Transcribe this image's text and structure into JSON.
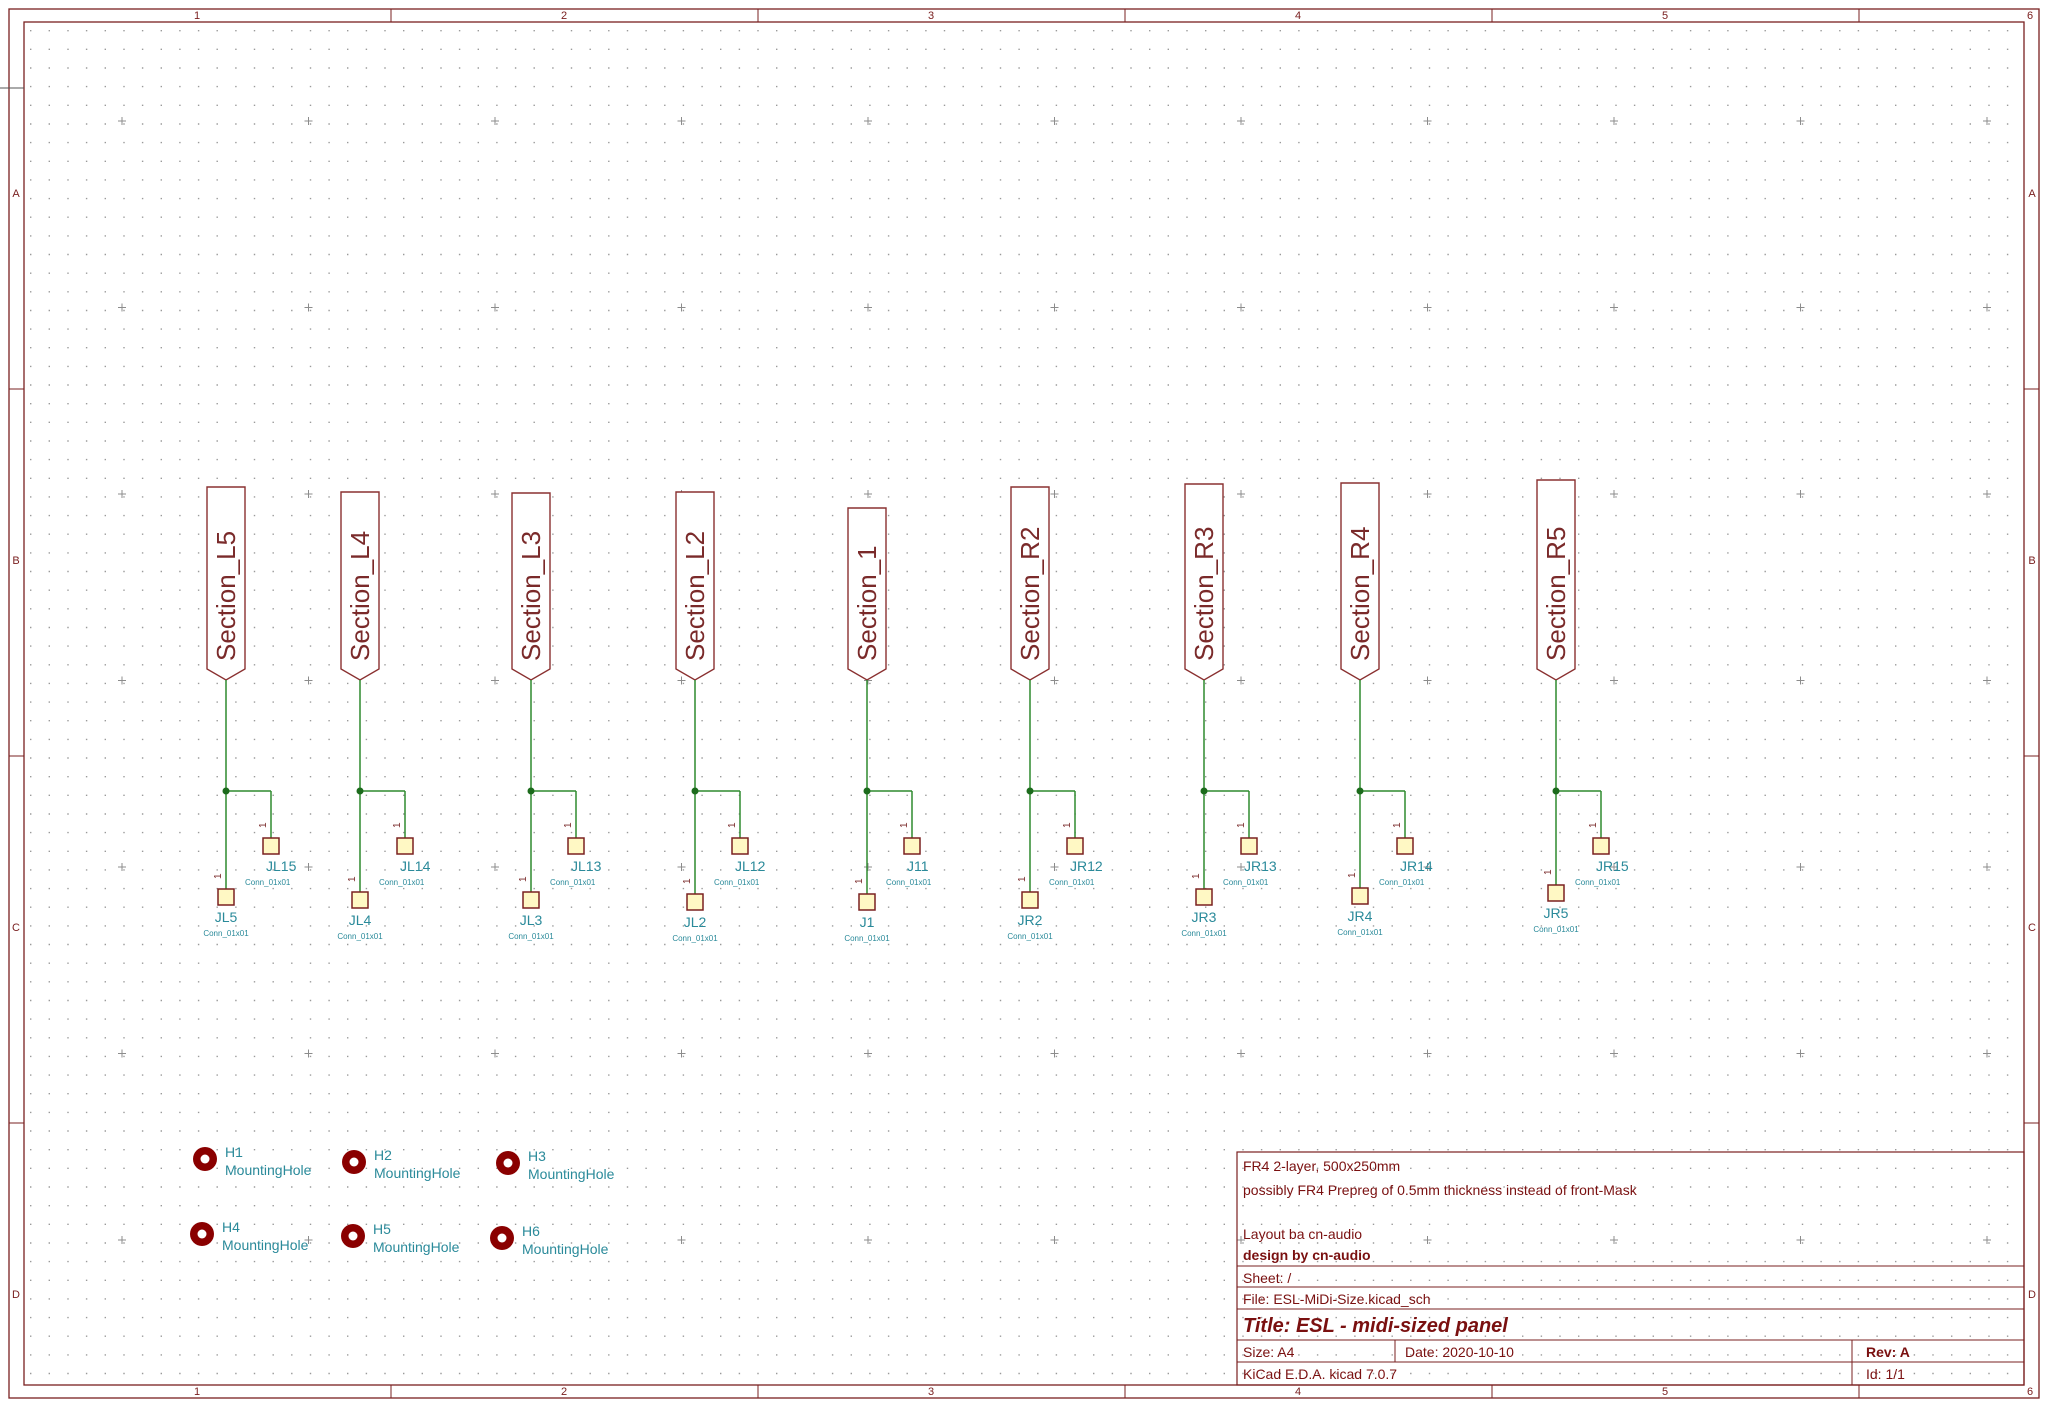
{
  "sheet": {
    "col_labels": [
      "1",
      "2",
      "3",
      "4",
      "5",
      "6"
    ],
    "row_labels": [
      "A",
      "B",
      "C",
      "D"
    ]
  },
  "colors": {
    "border": "#7a2020",
    "grid_dot": "#9a9a9a",
    "wire": "#2f8a2f",
    "junction": "#1c6b1c",
    "label_outline": "#8a3030",
    "label_text": "#7a2a2a",
    "ref_text": "#2a8a9a",
    "pad_fill": "#fff8c4",
    "pad_stroke": "#7a2020",
    "hole_fill": "#8a0000",
    "title_text": "#7a1010"
  },
  "sections": [
    {
      "label": "Section_L5",
      "short_ref": "JL5",
      "short_val": "Conn_01x01",
      "long_ref": "JL15",
      "long_val": "Conn_01x01"
    },
    {
      "label": "Section_L4",
      "short_ref": "JL4",
      "short_val": "Conn_01x01",
      "long_ref": "JL14",
      "long_val": "Conn_01x01"
    },
    {
      "label": "Section_L3",
      "short_ref": "JL3",
      "short_val": "Conn_01x01",
      "long_ref": "JL13",
      "long_val": "Conn_01x01"
    },
    {
      "label": "Section_L2",
      "short_ref": "JL2",
      "short_val": "Conn_01x01",
      "long_ref": "JL12",
      "long_val": "Conn_01x01"
    },
    {
      "label": "Section_1",
      "short_ref": "J1",
      "short_val": "Conn_01x01",
      "long_ref": "J11",
      "long_val": "Conn_01x01"
    },
    {
      "label": "Section_R2",
      "short_ref": "JR2",
      "short_val": "Conn_01x01",
      "long_ref": "JR12",
      "long_val": "Conn_01x01"
    },
    {
      "label": "Section_R3",
      "short_ref": "JR3",
      "short_val": "Conn_01x01",
      "long_ref": "JR13",
      "long_val": "Conn_01x01"
    },
    {
      "label": "Section_R4",
      "short_ref": "JR4",
      "short_val": "Conn_01x01",
      "long_ref": "JR14",
      "long_val": "Conn_01x01"
    },
    {
      "label": "Section_R5",
      "short_ref": "JR5",
      "short_val": "Conn_01x01",
      "long_ref": "JR15",
      "long_val": "Conn_01x01"
    }
  ],
  "pin_number": "1",
  "mounting_holes": [
    {
      "ref": "H1",
      "value": "MountingHole"
    },
    {
      "ref": "H2",
      "value": "MountingHole"
    },
    {
      "ref": "H3",
      "value": "MountingHole"
    },
    {
      "ref": "H4",
      "value": "MountingHole"
    },
    {
      "ref": "H5",
      "value": "MountingHole"
    },
    {
      "ref": "H6",
      "value": "MountingHole"
    }
  ],
  "title_block": {
    "comment1": "FR4 2-layer, 500x250mm",
    "comment2": "possibly FR4 Prepreg of 0.5mm thickness instead of front-Mask",
    "comment3": "Layout ba cn-audio",
    "company": "design by cn-audio",
    "sheet": "Sheet: /",
    "file": "File: ESL-MiDi-Size.kicad_sch",
    "title": "Title: ESL - midi-sized panel",
    "size": "Size: A4",
    "date": "Date: 2020-10-10",
    "rev": "Rev: A",
    "tool": "KiCad E.D.A.  kicad 7.0.7",
    "id": "Id: 1/1"
  }
}
